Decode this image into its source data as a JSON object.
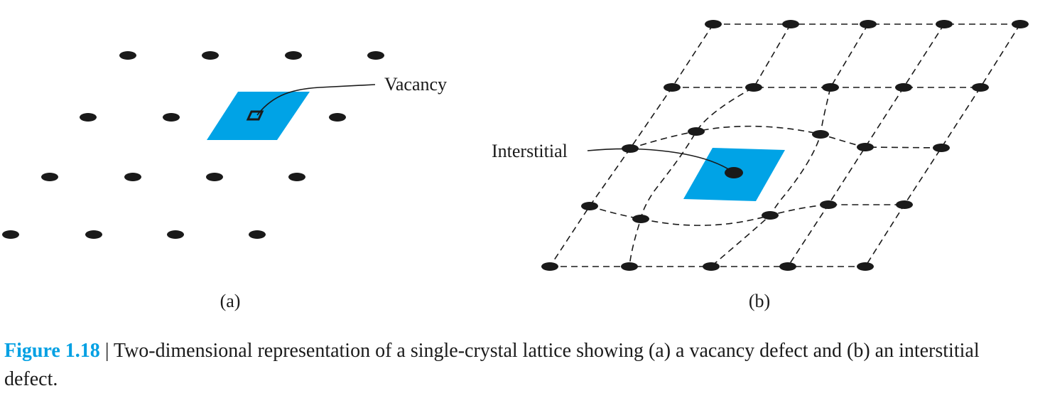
{
  "figure": {
    "panel_a": {
      "subpanel_label": "(a)",
      "annotation": "Vacancy"
    },
    "panel_b": {
      "subpanel_label": "(b)",
      "annotation": "Interstitial"
    }
  },
  "caption": {
    "figure_number": "Figure 1.18",
    "separator": "|",
    "text": "Two-dimensional representation of a single-crystal lattice showing (a) a vacancy defect and (b) an interstitial defect."
  },
  "colors": {
    "highlight": "#00a3e6",
    "figure_number": "#00a0e3",
    "atom": "#1a1a1a"
  }
}
